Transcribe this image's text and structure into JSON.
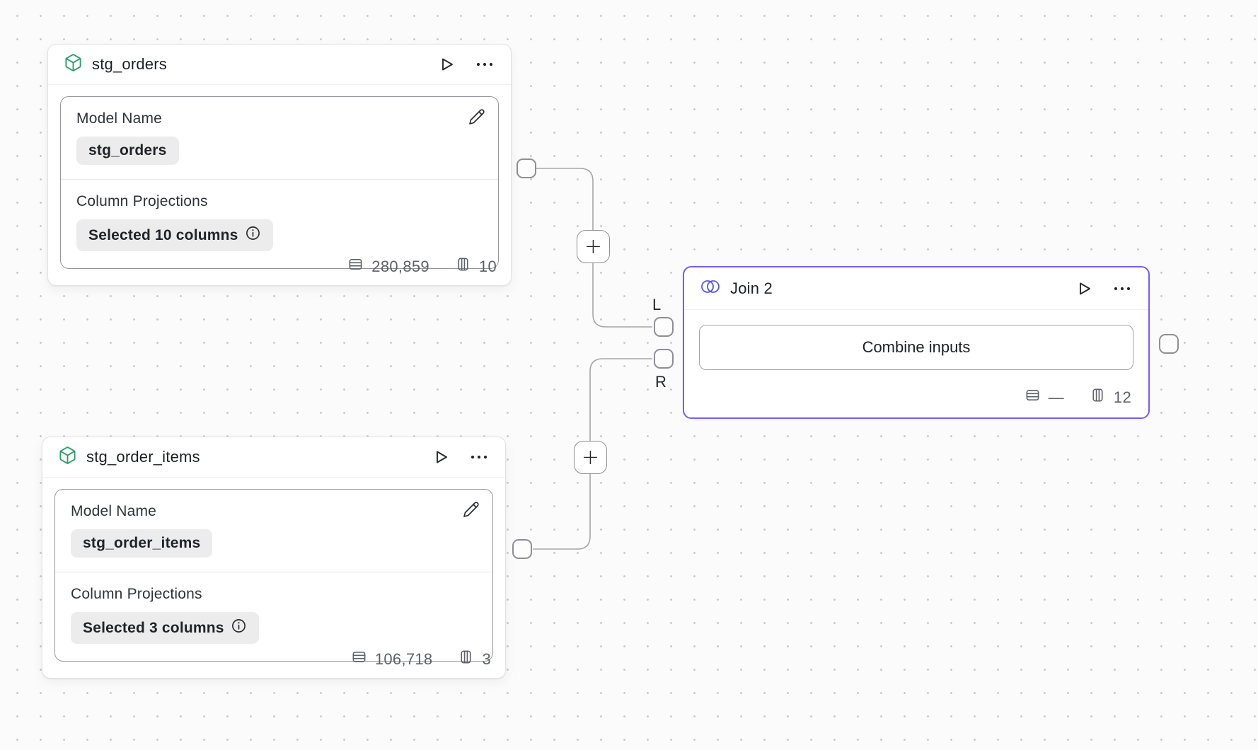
{
  "canvas": {
    "background": "#fbfbfb",
    "dot_color": "#c9c9c9"
  },
  "colors": {
    "selected_node_border": "#7a5af8",
    "model_icon_green": "#2f9e68",
    "join_icon_indigo": "#5757d9",
    "edge_gray": "#a6a6a6"
  },
  "nodes": {
    "stg_orders": {
      "title": "stg_orders",
      "model_name_label": "Model Name",
      "model_name_value": "stg_orders",
      "column_projections_label": "Column Projections",
      "column_projections_value": "Selected 10 columns",
      "row_count": "280,859",
      "column_count": "10"
    },
    "stg_order_items": {
      "title": "stg_order_items",
      "model_name_label": "Model Name",
      "model_name_value": "stg_order_items",
      "column_projections_label": "Column Projections",
      "column_projections_value": "Selected 3 columns",
      "row_count": "106,718",
      "column_count": "3"
    },
    "join2": {
      "title": "Join 2",
      "button_label": "Combine inputs",
      "row_count": "—",
      "column_count": "12"
    }
  },
  "ports": {
    "left_label": "L",
    "right_label": "R"
  },
  "edges": {
    "add_button_label": "+"
  }
}
